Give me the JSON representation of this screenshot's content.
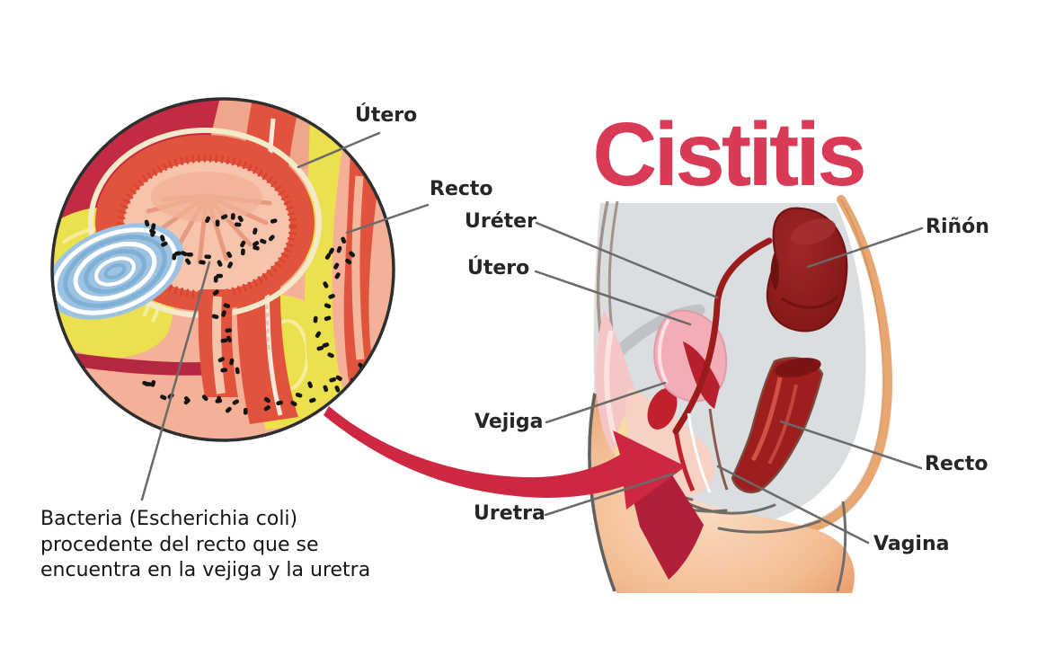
{
  "title": "Cistitis",
  "inset": {
    "labels": {
      "utero": "Útero",
      "recto": "Recto"
    },
    "caption_lines": [
      "Bacteria (Escherichia coli)",
      "procedente del recto que se",
      "encuentra en la vejiga y la uretra"
    ]
  },
  "anatomy": {
    "labels": {
      "ureter": "Uréter",
      "utero": "Útero",
      "vejiga": "Vejiga",
      "uretra": "Uretra",
      "rinon": "Riñón",
      "recto": "Recto",
      "vagina": "Vagina"
    }
  },
  "colors": {
    "title_red": "#d93a55",
    "arrow_red": "#ce2742",
    "inset_red": "#e2533d",
    "inset_crimson": "#c32b45",
    "inset_yellow": "#ece04e",
    "inset_blue": "#9cc3e2",
    "kidney_maroon": "#8c1b1b",
    "body_gray": "#dbdee1",
    "skin_tan": "#e8a670",
    "label_text": "#262626"
  }
}
